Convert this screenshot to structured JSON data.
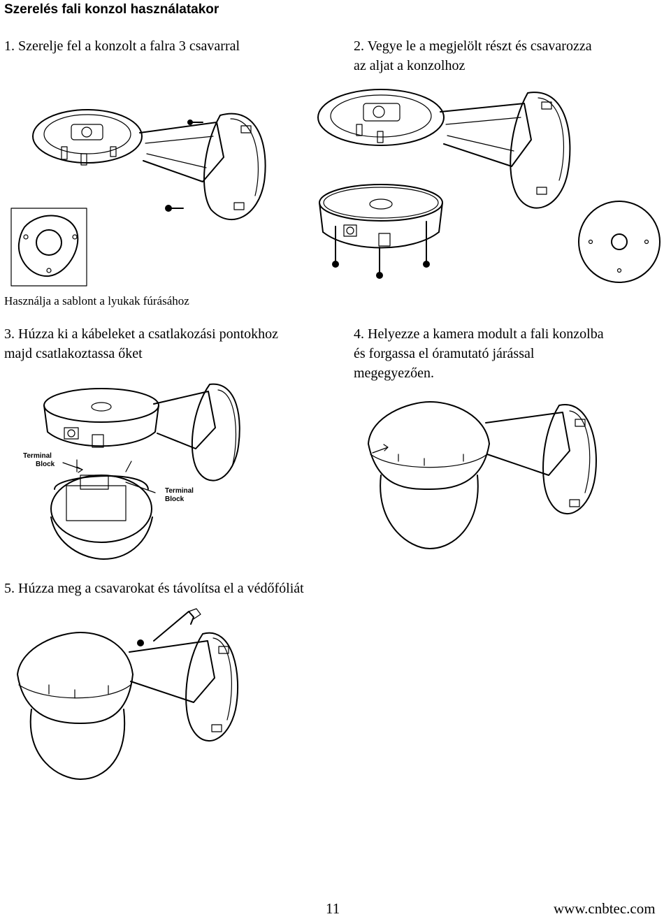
{
  "title": "Szerelés fali konzol használatakor",
  "steps": {
    "s1": "1. Szerelje fel a konzolt a falra 3 csavarral",
    "s2_line1": "2. Vegye le a megjelölt részt és csavarozza",
    "s2_line2": "az aljat a konzolhoz",
    "s3_line1": "3. Húzza ki a kábeleket a csatlakozási pontokhoz",
    "s3_line2": "majd csatlakoztassa őket",
    "s4_line1": "4. Helyezze a kamera modult a fali konzolba",
    "s4_line2": "és forgassa el óramutató járással",
    "s4_line3": "megegyezően.",
    "s5": "5. Húzza meg a csavarokat és távolítsa el a védőfóliát"
  },
  "template_caption": "Használja a sablont a lyukak fúrásához",
  "figure_labels": {
    "terminal_block_1_line1": "Terminal",
    "terminal_block_1_line2": "Block",
    "terminal_block_2_line1": "Terminal",
    "terminal_block_2_line2": "Block"
  },
  "footer": {
    "page_number": "11",
    "website": "www.cnbtec.com"
  }
}
